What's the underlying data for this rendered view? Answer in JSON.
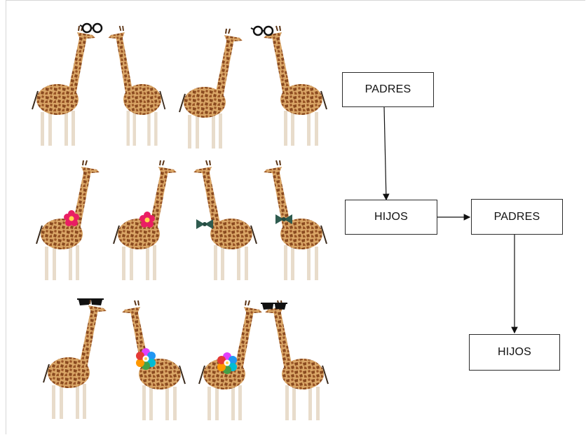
{
  "diagram": {
    "box_padres_1": "PADRES",
    "box_hijos_1": "HIJOS",
    "box_padres_2": "PADRES",
    "box_hijos_2": "HIJOS"
  },
  "colors": {
    "giraffe_base": "#d19a5a",
    "giraffe_spot": "#8a4a1f",
    "giraffe_leg": "#e8dccb",
    "pink_flower": "#e91e63",
    "bow_tie": "#2e5b4f",
    "glasses": "#111111",
    "arrow": "#111111"
  },
  "giraffe_groups": [
    {
      "row": 1,
      "accessory": "glasses"
    },
    {
      "row": 2,
      "accessory": "pink-flower"
    },
    {
      "row": 2,
      "accessory": "bow-tie"
    },
    {
      "row": 3,
      "accessory": "sunglasses"
    },
    {
      "row": 3,
      "accessory": "rainbow-flower"
    }
  ]
}
